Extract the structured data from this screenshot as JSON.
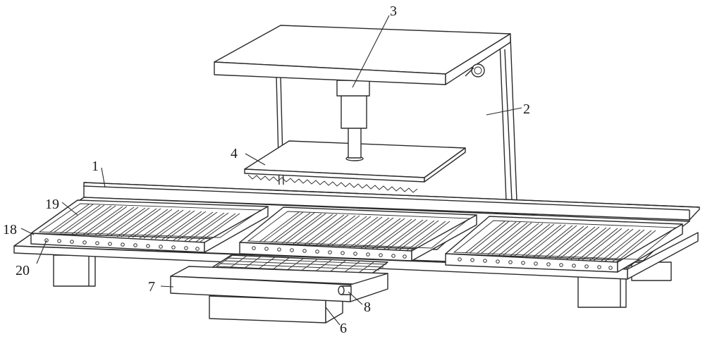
{
  "labels": {
    "l1": "1",
    "l2": "2",
    "l3": "3",
    "l4": "4",
    "l6": "6",
    "l7": "7",
    "l8": "8",
    "l18": "18",
    "l19": "19",
    "l20": "20"
  },
  "colors": {
    "line": "#2b2b2b",
    "background": "#ffffff"
  }
}
